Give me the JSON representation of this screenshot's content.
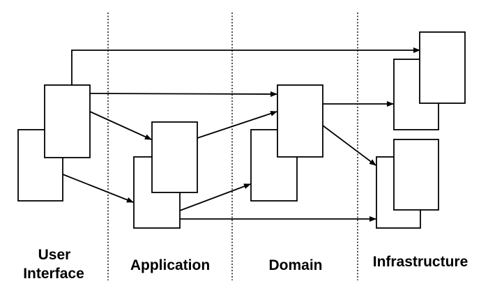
{
  "diagram": {
    "layers": [
      {
        "id": "ui",
        "label_lines": [
          "User",
          "Interface"
        ]
      },
      {
        "id": "app",
        "label_lines": [
          "Application"
        ]
      },
      {
        "id": "domain",
        "label_lines": [
          "Domain"
        ]
      },
      {
        "id": "infra",
        "label_lines": [
          "Infrastructure"
        ]
      }
    ],
    "separator_style": "dotted",
    "components_per_layer": [
      2,
      2,
      2,
      4
    ],
    "connections": [
      {
        "from": "ui-front",
        "to": "infra-top-front"
      },
      {
        "from": "ui-front",
        "to": "domain-front"
      },
      {
        "from": "ui-front",
        "to": "app-front"
      },
      {
        "from": "ui-back",
        "to": "app-back"
      },
      {
        "from": "app-front",
        "to": "domain-front"
      },
      {
        "from": "app-back",
        "to": "domain-back"
      },
      {
        "from": "app-back",
        "to": "infra-bottom-back"
      },
      {
        "from": "domain-front",
        "to": "infra-top-back"
      },
      {
        "from": "domain-front",
        "to": "infra-bottom-back"
      }
    ]
  }
}
